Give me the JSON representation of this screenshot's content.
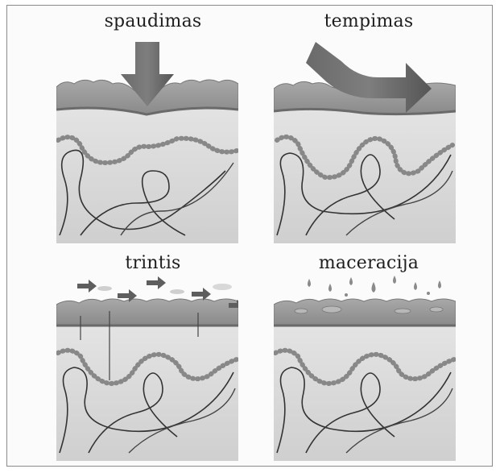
{
  "panels": [
    {
      "label": "spaudimas"
    },
    {
      "label": "tempimas"
    },
    {
      "label": "trintis"
    },
    {
      "label": "maceracija"
    }
  ],
  "colors": {
    "arrow": "#5e5e5e",
    "epidermis": "#8d8d8d",
    "dermis": "#d9d9d9",
    "outline": "#555555"
  }
}
